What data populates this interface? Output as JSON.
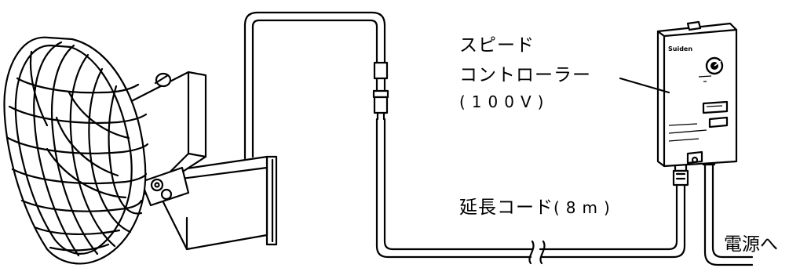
{
  "labels": {
    "speed_controller_line1": "スピード",
    "speed_controller_line2": "コントローラー",
    "voltage": "(100V)",
    "extension_cord_text": "延長コード",
    "extension_cord_length": "(8m)",
    "to_power": "電源へ"
  },
  "controller_brand": "Suiden",
  "colors": {
    "line": "#000000",
    "background": "#ffffff"
  },
  "icons": [
    "wall-fan-icon",
    "plug-icon",
    "speed-knob-icon",
    "break-mark-icon"
  ]
}
